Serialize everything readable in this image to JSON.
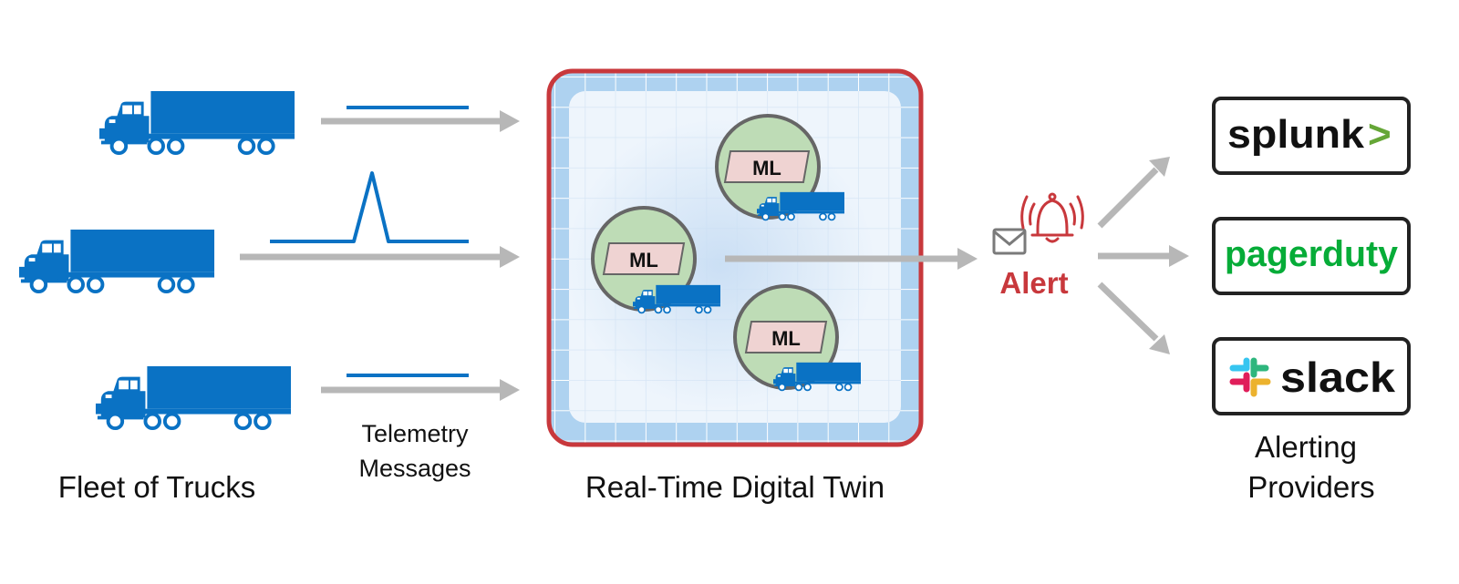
{
  "labels": {
    "fleet": "Fleet of Trucks",
    "telemetry_line1": "Telemetry",
    "telemetry_line2": "Messages",
    "twin": "Real-Time Digital Twin",
    "alert": "Alert",
    "providers_line1": "Alerting",
    "providers_line2": "Providers"
  },
  "models": [
    {
      "label": "ML"
    },
    {
      "label": "ML"
    },
    {
      "label": "ML"
    }
  ],
  "providers": [
    {
      "name": "splunk",
      "suffix": ">",
      "color": "#111111",
      "accent": "#65a637"
    },
    {
      "name": "pagerduty",
      "color": "#06ac38"
    },
    {
      "name": "slack",
      "color": "#111111"
    }
  ],
  "icons": {
    "truck": "truck-icon",
    "envelope": "envelope-icon",
    "bell": "alarm-bell-icon",
    "slack_mark": "slack-logo-icon"
  },
  "colors": {
    "truck": "#0a72c4",
    "arrow": "#b7b7b7",
    "signal": "#0a72c4",
    "twin_border": "#c8383c",
    "twin_fill": "#aed2f0",
    "ml_circle": "#bedcb6",
    "ml_box": "#efd3d2",
    "alert": "#c8383c"
  }
}
